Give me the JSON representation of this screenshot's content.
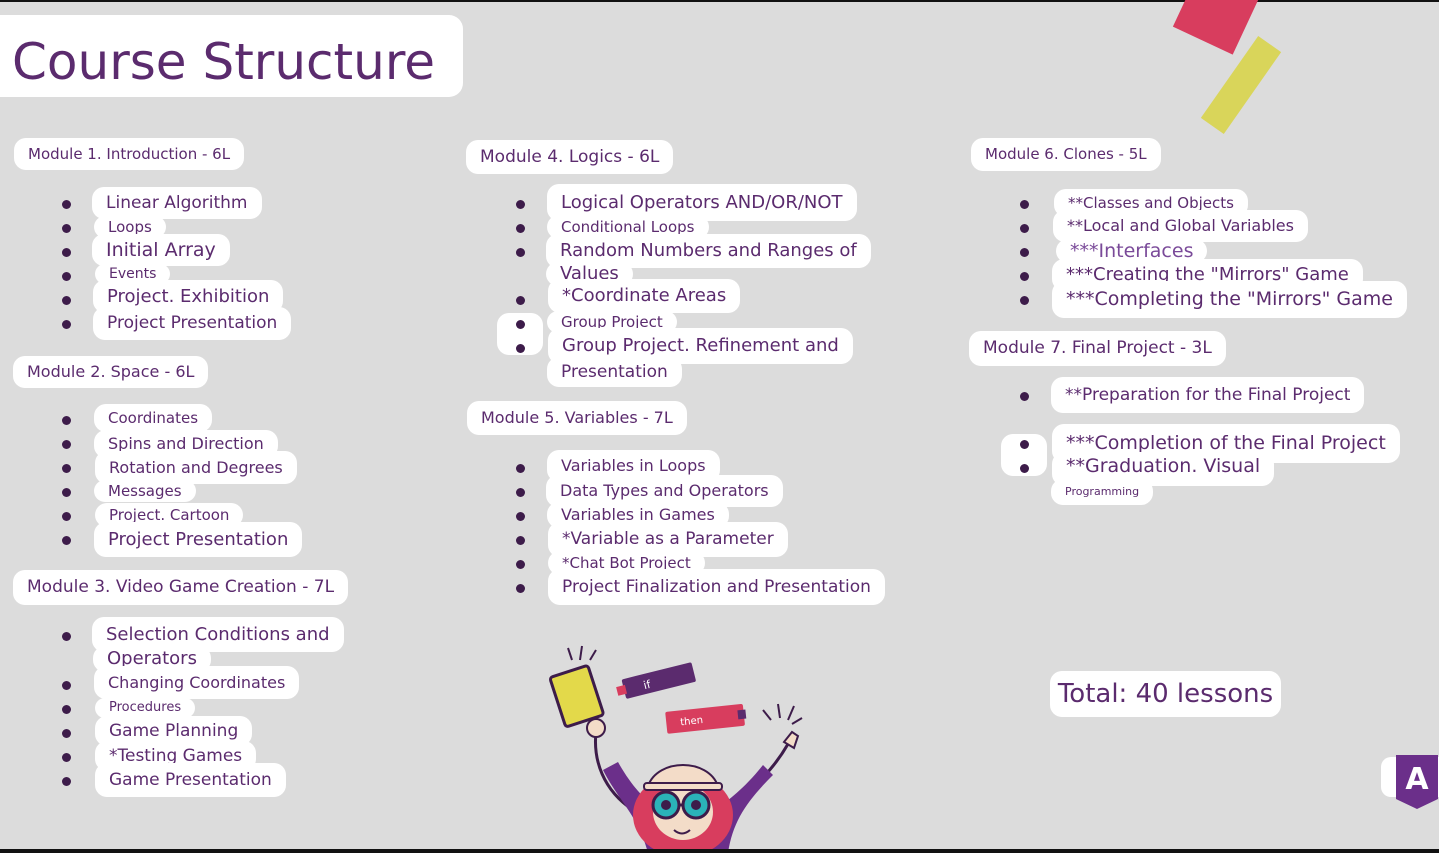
{
  "title": "Course Structure",
  "modules": [
    {
      "label": "Module 1. Introduction - 6L",
      "items": [
        "Linear Algorithm",
        "Loops",
        "Initial Array",
        "Events",
        "Project. Exhibition",
        "Project Presentation"
      ]
    },
    {
      "label": "Module 2. Space - 6L",
      "items": [
        "Coordinates",
        "Spins and Direction",
        "Rotation and Degrees",
        "Messages",
        "Project. Cartoon",
        "Project Presentation"
      ]
    },
    {
      "label": "Module 3. Video Game Creation - 7L",
      "items": [
        "Selection Conditions and",
        "Operators",
        "Changing Coordinates",
        "Procedures",
        "Game Planning",
        "*Testing Games",
        "Game Presentation"
      ]
    },
    {
      "label": "Module 4. Logics - 6L",
      "items": [
        "Logical Operators AND/OR/NOT",
        "Conditional Loops",
        "Random Numbers and Ranges of",
        "Values",
        "*Coordinate Areas",
        "Group Project",
        "Group Project. Refinement and",
        "Presentation"
      ]
    },
    {
      "label": "Module 5. Variables - 7L",
      "items": [
        "Variables in Loops",
        "Data Types and Operators",
        "Variables in Games",
        "*Variable as a Parameter",
        "*Chat Bot Project",
        "Project Finalization and Presentation"
      ]
    },
    {
      "label": "Module 6. Clones - 5L",
      "items": [
        "**Classes and Objects",
        "**Local and Global Variables",
        "***Interfaces",
        "***Creating the \"Mirrors\" Game",
        "***Completing the \"Mirrors\" Game"
      ]
    },
    {
      "label": "Module 7. Final Project - 3L",
      "items": [
        "**Preparation for the Final Project",
        "***Completion of the Final Project",
        "**Graduation. Visual",
        "Programming"
      ]
    }
  ],
  "total": "Total: 40 lessons",
  "illustration_labels": {
    "if": "if",
    "then": "then"
  },
  "logo_letter": "A",
  "colors": {
    "text": "#5b2b6e",
    "background": "#dcdcdc",
    "card": "#ffffff",
    "bullet": "#3d1c4a",
    "accent_red": "#d83d5e",
    "accent_yellow": "#d9d55a"
  }
}
